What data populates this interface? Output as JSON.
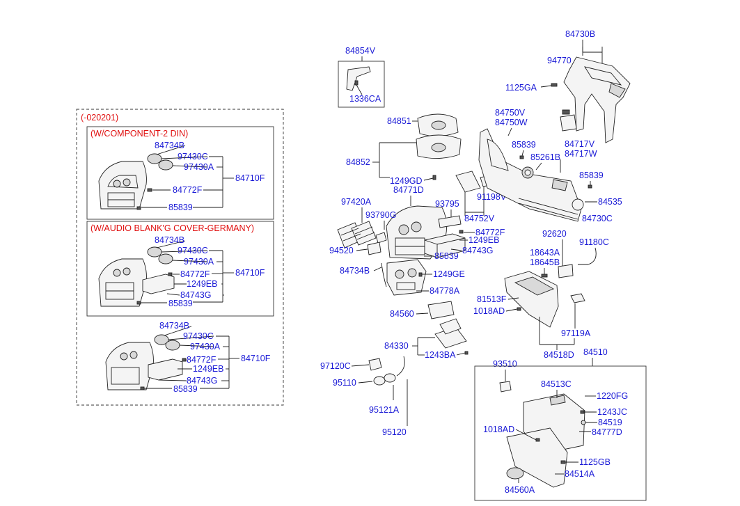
{
  "sections": {
    "date_range": "(-020201)",
    "component_2din": "(W/COMPONENT-2 DIN)",
    "audio_blank_germany": "(W/AUDIO BLANK'G COVER-GERMANY)"
  },
  "labels": {
    "p84734B": "84734B",
    "p97430C": "97430C",
    "p97430A": "97430A",
    "p84710F": "84710F",
    "p84772F": "84772F",
    "p85839": "85839",
    "p1249EB": "1249EB",
    "p84743G": "84743G",
    "p84854V": "84854V",
    "p1336CA": "1336CA",
    "p84730B": "84730B",
    "p94770": "94770",
    "p1125GA": "1125GA",
    "p84851": "84851",
    "p84852": "84852",
    "p1249GD": "1249GD",
    "p84771D": "84771D",
    "p97420A": "97420A",
    "p93790G": "93790G",
    "p93795": "93795",
    "p84752V": "84752V",
    "p94520": "94520",
    "p84734B_main": "84734B",
    "p1249GE": "1249GE",
    "p84778A": "84778A",
    "p84750V": "84750V",
    "p84750W": "84750W",
    "p85261B": "85261B",
    "p84717V": "84717V",
    "p84717W": "84717W",
    "p91198V": "91198V",
    "p84535": "84535",
    "p84730C": "84730C",
    "p92620": "92620",
    "p91180C": "91180C",
    "p18643A": "18643A",
    "p18645B": "18645B",
    "p81513F": "81513F",
    "p1018AD": "1018AD",
    "p97119A": "97119A",
    "p84518D": "84518D",
    "p84560": "84560",
    "p84330": "84330",
    "p1243BA": "1243BA",
    "p97120C": "97120C",
    "p95110": "95110",
    "p95121A": "95121A",
    "p95120": "95120",
    "p93510": "93510",
    "p84510": "84510",
    "p84513C": "84513C",
    "p1220FG": "1220FG",
    "p1243JC": "1243JC",
    "p84519": "84519",
    "p84777D": "84777D",
    "p1125GB": "1125GB",
    "p84514A": "84514A",
    "p84560A": "84560A"
  }
}
